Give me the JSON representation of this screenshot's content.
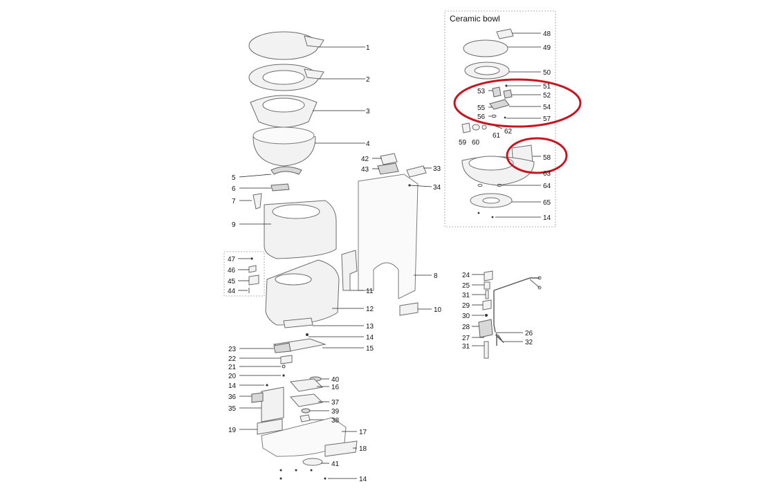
{
  "inset": {
    "title": "Ceramic bowl"
  },
  "highlight_color": "#c8141e",
  "labels": {
    "1": "1",
    "2": "2",
    "3": "3",
    "4": "4",
    "5": "5",
    "6": "6",
    "7": "7",
    "8": "8",
    "9": "9",
    "10": "10",
    "11": "11",
    "12": "12",
    "13": "13",
    "14": "14",
    "15": "15",
    "16": "16",
    "17": "17",
    "18": "18",
    "19": "19",
    "20": "20",
    "21": "21",
    "22": "22",
    "23": "23",
    "24": "24",
    "25": "25",
    "26": "26",
    "27": "27",
    "28": "28",
    "29": "29",
    "30": "30",
    "31": "31",
    "32": "32",
    "33": "33",
    "34": "34",
    "35": "35",
    "36": "36",
    "37": "37",
    "38": "38",
    "39": "39",
    "40": "40",
    "41": "41",
    "42": "42",
    "43": "43",
    "44": "44",
    "45": "45",
    "46": "46",
    "47": "47",
    "48": "48",
    "49": "49",
    "50": "50",
    "51": "51",
    "52": "52",
    "53": "53",
    "54": "54",
    "55": "55",
    "56": "56",
    "57": "57",
    "58": "58",
    "59": "59",
    "60": "60",
    "61": "61",
    "62": "62",
    "63": "63",
    "64": "64",
    "65": "65"
  }
}
